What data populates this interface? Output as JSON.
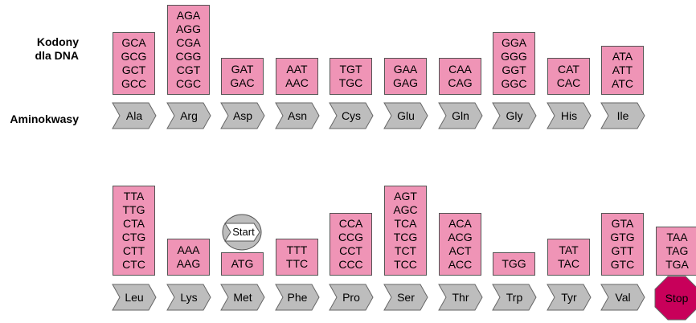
{
  "labels": {
    "codons": "Kodony\ndla DNA",
    "codons_line1": "Kodony",
    "codons_line2": "dla DNA",
    "amino_acids": "Aminokwasy"
  },
  "colors": {
    "codon_fill": "#ef94b6",
    "arrow_fill": "#bdbdbd",
    "stop_fill": "#c8005a",
    "start_fill": "#ffffff"
  },
  "row1": [
    {
      "aa": "Ala",
      "codons": [
        "GCA",
        "GCG",
        "GCT",
        "GCC"
      ]
    },
    {
      "aa": "Arg",
      "codons": [
        "AGA",
        "AGG",
        "CGA",
        "CGG",
        "CGT",
        "CGC"
      ]
    },
    {
      "aa": "Asp",
      "codons": [
        "GAT",
        "GAC"
      ]
    },
    {
      "aa": "Asn",
      "codons": [
        "AAT",
        "AAC"
      ]
    },
    {
      "aa": "Cys",
      "codons": [
        "TGT",
        "TGC"
      ]
    },
    {
      "aa": "Glu",
      "codons": [
        "GAA",
        "GAG"
      ]
    },
    {
      "aa": "Gln",
      "codons": [
        "CAA",
        "CAG"
      ]
    },
    {
      "aa": "Gly",
      "codons": [
        "GGA",
        "GGG",
        "GGT",
        "GGC"
      ]
    },
    {
      "aa": "His",
      "codons": [
        "CAT",
        "CAC"
      ]
    },
    {
      "aa": "Ile",
      "codons": [
        "ATA",
        "ATT",
        "ATC"
      ]
    }
  ],
  "row2": [
    {
      "aa": "Leu",
      "codons": [
        "TTA",
        "TTG",
        "CTA",
        "CTG",
        "CTT",
        "CTC"
      ]
    },
    {
      "aa": "Lys",
      "codons": [
        "AAA",
        "AAG"
      ]
    },
    {
      "aa": "Met",
      "codons": [
        "ATG"
      ],
      "start": "Start"
    },
    {
      "aa": "Phe",
      "codons": [
        "TTT",
        "TTC"
      ]
    },
    {
      "aa": "Pro",
      "codons": [
        "CCA",
        "CCG",
        "CCT",
        "CCC"
      ]
    },
    {
      "aa": "Ser",
      "codons": [
        "AGT",
        "AGC",
        "TCA",
        "TCG",
        "TCT",
        "TCC"
      ]
    },
    {
      "aa": "Thr",
      "codons": [
        "ACA",
        "ACG",
        "ACT",
        "ACC"
      ]
    },
    {
      "aa": "Trp",
      "codons": [
        "TGG"
      ]
    },
    {
      "aa": "Tyr",
      "codons": [
        "TAT",
        "TAC"
      ]
    },
    {
      "aa": "Val",
      "codons": [
        "GTA",
        "GTG",
        "GTT",
        "GTC"
      ]
    },
    {
      "aa": "Stop",
      "codons": [
        "TAA",
        "TAG",
        "TGA"
      ],
      "stop": true
    }
  ]
}
